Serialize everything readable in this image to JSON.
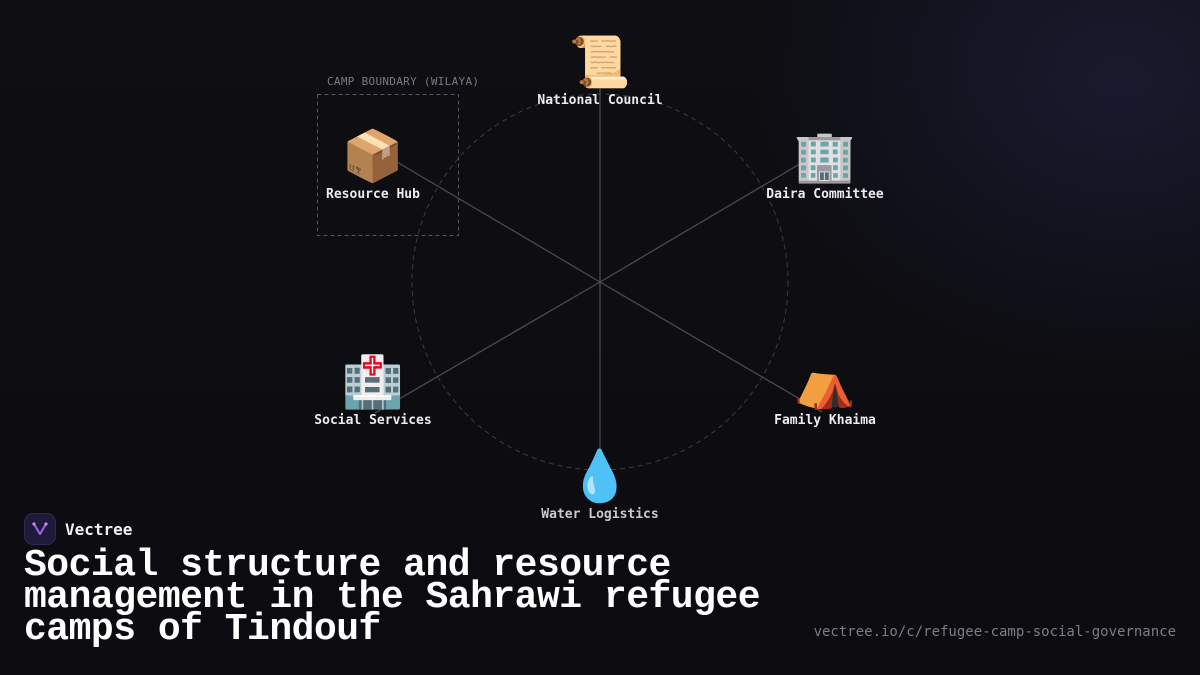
{
  "diagram": {
    "boundary_label": "CAMP BOUNDARY (WILAYA)",
    "nodes": [
      {
        "id": "national-council",
        "label": "National Council",
        "icon": "scroll-icon",
        "glyph": "📜"
      },
      {
        "id": "daira-committee",
        "label": "Daira Committee",
        "icon": "office-building-icon",
        "glyph": "🏢"
      },
      {
        "id": "family-khaima",
        "label": "Family Khaima",
        "icon": "tent-icon",
        "glyph": "⛺"
      },
      {
        "id": "water-logistics",
        "label": "Water Logistics",
        "icon": "water-drop-icon",
        "glyph": "💧"
      },
      {
        "id": "social-services",
        "label": "Social Services",
        "icon": "hospital-icon",
        "glyph": "🏥"
      },
      {
        "id": "resource-hub",
        "label": "Resource Hub",
        "icon": "package-icon",
        "glyph": "📦"
      }
    ],
    "colors": {
      "background": "#0d0d11",
      "spoke": "#4a4a50",
      "ring": "#3a3a42",
      "label": "#ececef"
    }
  },
  "footer": {
    "brand_name": "Vectree",
    "brand_icon": "vectree-logo-icon",
    "title": "Social structure and resource management in the Sahrawi refugee camps of Tindouf",
    "url": "vectree.io/c/refugee-camp-social-governance"
  }
}
